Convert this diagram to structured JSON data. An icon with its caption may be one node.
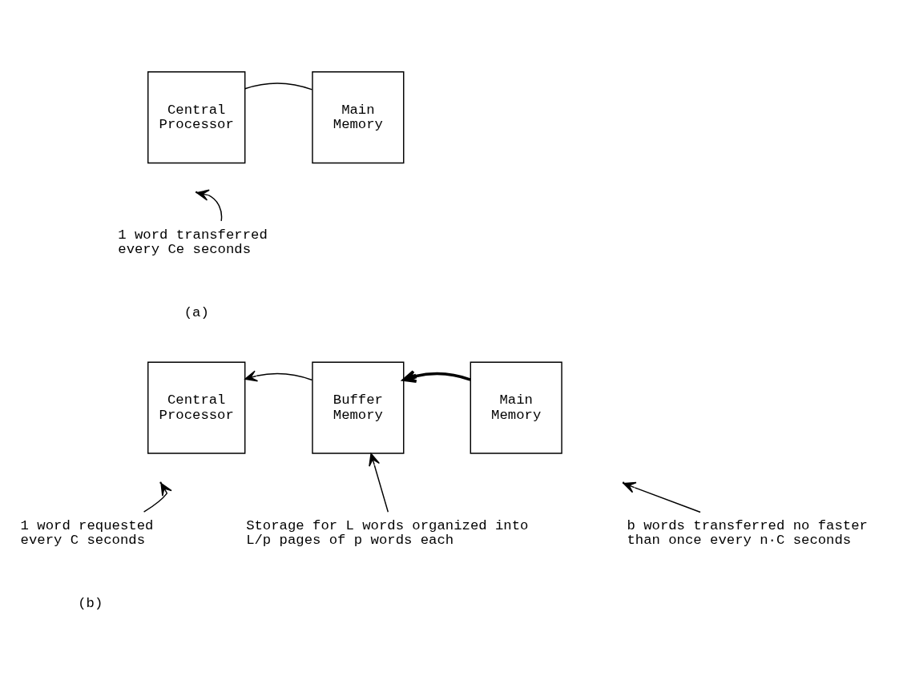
{
  "diagram": {
    "nodes": [
      {
        "text": [
          "Central Processor"
        ]
      },
      {
        "text": [
          "Main Memory"
        ]
      },
      {
        "text": [
          "1 word transferred every Ce seconds"
        ]
      },
      {
        "text": [
          "Central Processor"
        ]
      },
      {
        "text": [
          "Buffer Memory"
        ]
      },
      {
        "text": [
          "Main Memory"
        ]
      },
      {
        "text": [
          "1 word requested every C seconds"
        ]
      },
      {
        "text": [
          "Storage for L words organized into L/p pages of p words each"
        ]
      },
      {
        "text": [
          "b words transferred no faster than once every n·C seconds"
        ]
      }
    ],
    "edges": [
      {
        "from": 0,
        "to": 1,
        "arrow": "none"
      },
      {
        "from": 2,
        "to": null,
        "arrow": "to"
      },
      {
        "from": 4,
        "to": 3,
        "arrow": "to"
      },
      {
        "from": 5,
        "to": 4,
        "arrow": "to",
        "style": "thick"
      },
      {
        "from": 6,
        "to": null,
        "arrow": "to"
      },
      {
        "from": 7,
        "to": 4,
        "arrow": "to"
      },
      {
        "from": 8,
        "to": null,
        "arrow": "to"
      }
    ],
    "labels": [
      "(a)",
      "(b)"
    ]
  }
}
